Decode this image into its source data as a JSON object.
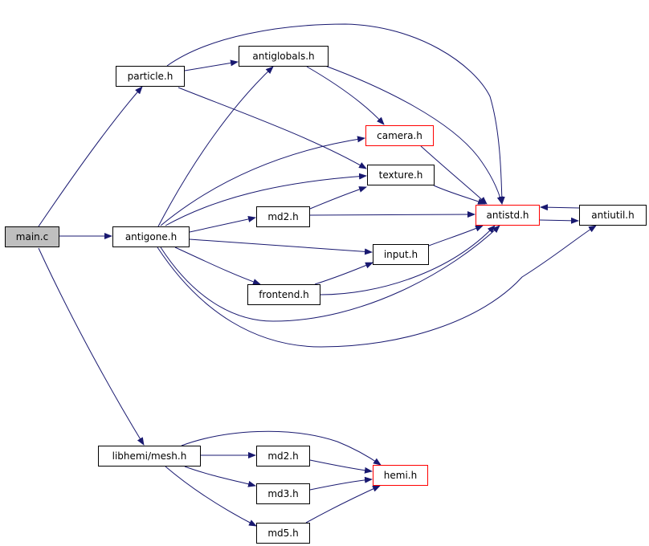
{
  "diagram": {
    "edge_color": "#191970",
    "incomplete_border_color": "#ff0000",
    "root_fill": "#bfbfbf",
    "nodes": {
      "main_c": "main.c",
      "particle_h": "particle.h",
      "antiglobals_h": "antiglobals.h",
      "camera_h": "camera.h",
      "texture_h": "texture.h",
      "antigone_h": "antigone.h",
      "md2_h_top": "md2.h",
      "antistd_h": "antistd.h",
      "antiutil_h": "antiutil.h",
      "input_h": "input.h",
      "frontend_h": "frontend.h",
      "libhemi_mesh_h": "libhemi/mesh.h",
      "md2_h_bottom": "md2.h",
      "hemi_h": "hemi.h",
      "md3_h": "md3.h",
      "md5_h": "md5.h"
    }
  }
}
